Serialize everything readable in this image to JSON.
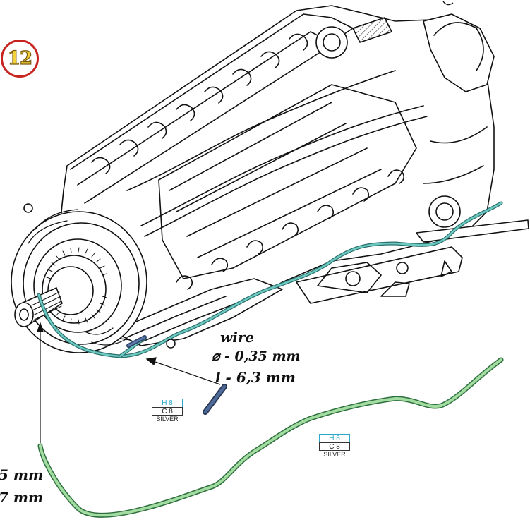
{
  "step_number": "12",
  "wire_note": {
    "title": "wire",
    "diameter": "⌀ - 0,35 mm",
    "length": "l - 6,3 mm"
  },
  "partial_note": {
    "line1": "5 mm",
    "line2": "7 mm"
  },
  "color_codes": [
    {
      "h": "H 8",
      "c": "C 8",
      "name": "SILVER"
    },
    {
      "h": "H 8",
      "c": "C 8",
      "name": "SILVER"
    }
  ],
  "colors": {
    "wire_green": "#8ed08a",
    "wire_teal": "#3f9f9a",
    "short_wire": "#3e5373",
    "badge_ring": "#c8231f",
    "badge_fill": "#f3d23a",
    "code_accent": "#2aa7c9"
  }
}
